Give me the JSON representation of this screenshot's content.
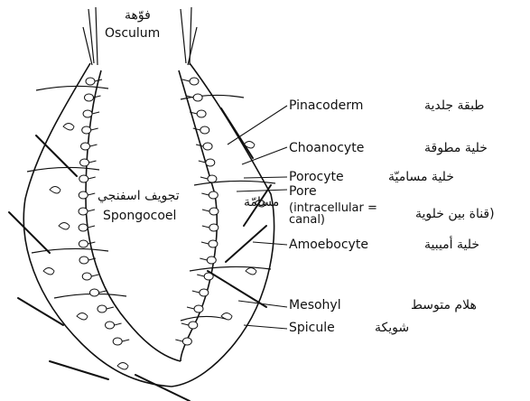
{
  "diagram": {
    "top_label": {
      "arabic": "فوّهة",
      "english": "Osculum"
    },
    "center_label": {
      "arabic": "تجويف اسفنجي",
      "english": "Spongocoel"
    },
    "labels": [
      {
        "id": "pinacoderm",
        "english": "Pinacoderm",
        "arabic": "طبقة جلدية"
      },
      {
        "id": "choanocyte",
        "english": "Choanocyte",
        "arabic": "خلية مطوقة"
      },
      {
        "id": "porocyte",
        "english": "Porocyte",
        "arabic": "خلية مساميّة"
      },
      {
        "id": "pore",
        "english": "Pore",
        "arabic": "مسامّة",
        "note_english": "(intracellular =",
        "note_english_2": "canal)",
        "note_arabic": "(قناة بين خلوية"
      },
      {
        "id": "amoebocyte",
        "english": "Amoebocyte",
        "arabic": "خلية أميبية"
      },
      {
        "id": "mesohyl",
        "english": "Mesohyl",
        "arabic": "هلام متوسط"
      },
      {
        "id": "spicule",
        "english": "Spicule",
        "arabic": "شويكة"
      }
    ]
  }
}
